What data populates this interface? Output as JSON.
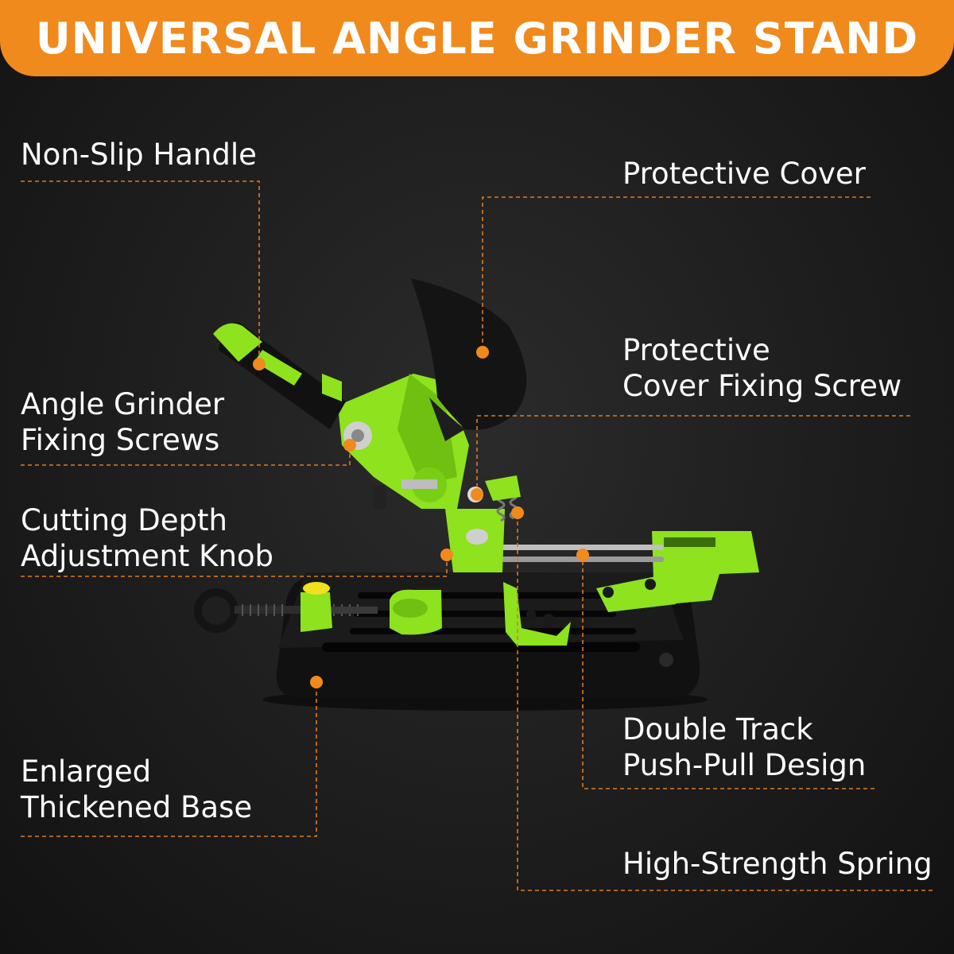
{
  "banner": {
    "title": "UNIVERSAL ANGLE GRINDER STAND"
  },
  "callouts": {
    "non_slip_handle": "Non-Slip Handle",
    "protective_cover": "Protective Cover",
    "protective_cover_fixing_screw": [
      "Protective",
      "Cover Fixing Screw"
    ],
    "angle_grinder_fixing_screws": [
      "Angle Grinder",
      "Fixing Screws"
    ],
    "cutting_depth_adjustment_knob": [
      "Cutting Depth",
      "Adjustment Knob"
    ],
    "double_track_push_pull_design": [
      "Double Track",
      "Push-Pull Design"
    ],
    "enlarged_thickened_base": [
      "Enlarged",
      "Thickened Base"
    ],
    "high_strength_spring": "High-Strength Spring"
  },
  "colors": {
    "banner": "#f08a1c",
    "accent_lime": "#8ee21e",
    "leader_line": "#e07a1e",
    "background": "#1c1c1c"
  }
}
